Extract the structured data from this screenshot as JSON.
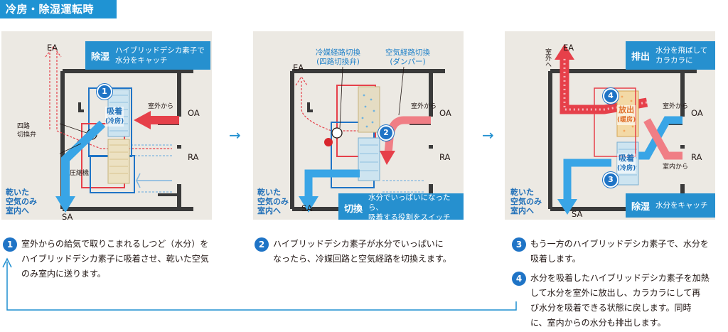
{
  "header": {
    "title": "冷房・除湿運転時"
  },
  "panels": [
    {
      "callout_title": "除湿",
      "callout_desc_1": "ハイブリッドデシカ素子で",
      "callout_desc_2": "水分をキャッチ",
      "ea": "EA",
      "oa": "OA",
      "ra": "RA",
      "sa": "SA",
      "from_outside": "室外から",
      "adsorb_1": "吸着",
      "adsorb_2": "(冷房)",
      "valve_1": "四路",
      "valve_2": "切換弁",
      "compressor": "圧縮機",
      "dry_1": "乾いた",
      "dry_2": "空気のみ",
      "dry_3": "室内へ",
      "step_num": "1"
    },
    {
      "ea": "EA",
      "oa": "OA",
      "ra": "RA",
      "sa": "SA",
      "from_outside": "室外から",
      "refrig_1": "冷媒経路切換",
      "refrig_2": "(四路切換弁)",
      "air_1": "空気経路切換",
      "air_2": "(ダンパー)",
      "callout_title": "切換",
      "callout_desc_1": "水分でいっぱいになったら、",
      "callout_desc_2": "吸着する役割をスイッチ",
      "dry_1": "乾いた",
      "dry_2": "空気のみ",
      "dry_3": "室内へ",
      "step_num": "2"
    },
    {
      "ea": "EA",
      "oa": "OA",
      "ra": "RA",
      "sa": "SA",
      "to_outside": "室外へ",
      "from_outside": "室外から",
      "from_inside": "室内から",
      "callout_top_title": "排出",
      "callout_top_desc_1": "水分を飛ばして",
      "callout_top_desc_2": "カラカラに",
      "release_1": "放出",
      "release_2": "(暖房)",
      "adsorb_1": "吸着",
      "adsorb_2": "(冷房)",
      "callout_bottom_title": "除湿",
      "callout_bottom_desc": "水分をキャッチ",
      "dry_1": "乾いた",
      "dry_2": "空気のみ",
      "dry_3": "室内へ",
      "step_num_top": "4",
      "step_num_bottom": "3"
    }
  ],
  "arrows": {
    "next": "→"
  },
  "steps": [
    {
      "num": "1",
      "line1": "室外からの給気で取りこまれるしつど（水分）を",
      "line2": "ハイブリッドデシカ素子に吸着させ、乾いた空気",
      "line3": "のみ室内に送ります。"
    },
    {
      "num": "2",
      "line1": "ハイブリッドデシカ素子が水分でいっぱいに",
      "line2": "なったら、冷媒回路と空気経路を切換えます。"
    },
    {
      "num": "3",
      "line1": "もう一方のハイブリッドデシカ素子で、水分を",
      "line2": "吸着します。"
    },
    {
      "num": "4",
      "line1": "水分を吸着したハイブリッドデシカ素子を加熱",
      "line2": "して水分を室外に放出し、カラカラにして再",
      "line3": "び水分を吸着できる状態に戻します。同時",
      "line4": "に、室内からの水分も排出します。"
    }
  ],
  "colors": {
    "accent": "#1f93d3",
    "panel": "#ece9e3",
    "hot": "#e6404a",
    "cool": "#39a5e6",
    "dark": "#1f74c6"
  }
}
